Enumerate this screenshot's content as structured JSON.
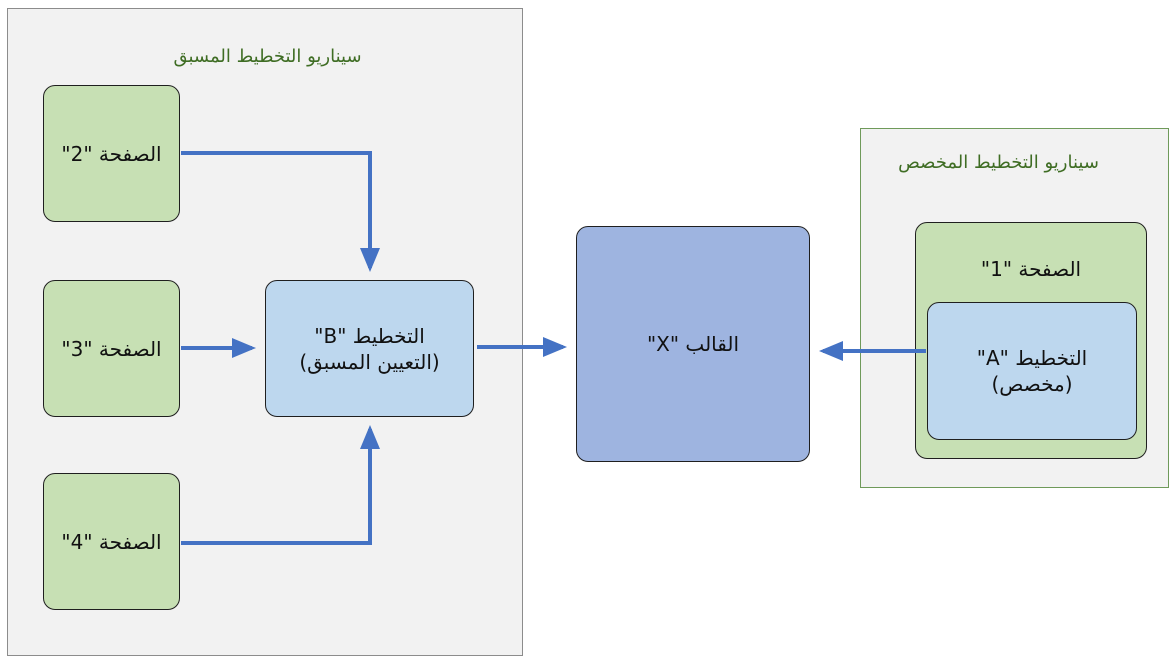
{
  "preset_scenario": {
    "title": "سيناريو التخطيط المسبق",
    "pages": [
      {
        "label": "الصفحة \"2\""
      },
      {
        "label": "الصفحة \"3\""
      },
      {
        "label": "الصفحة \"4\""
      }
    ],
    "layout": {
      "line1": "التخطيط \"B\"",
      "line2": "(التعيين المسبق)"
    }
  },
  "template": {
    "label": "القالب \"X\""
  },
  "custom_scenario": {
    "title": "سيناريو التخطيط المخصص",
    "page": {
      "label": "الصفحة \"1\""
    },
    "layout": {
      "line1": "التخطيط \"A\"",
      "line2": "(مخصص)"
    }
  },
  "colors": {
    "arrow": "#4472c4",
    "page_fill": "#c7e0b4",
    "layout_fill": "#bdd7ee",
    "template_fill": "#9eb4e0",
    "panel_fill": "#f2f2f2",
    "title_text": "#3f6d24"
  }
}
